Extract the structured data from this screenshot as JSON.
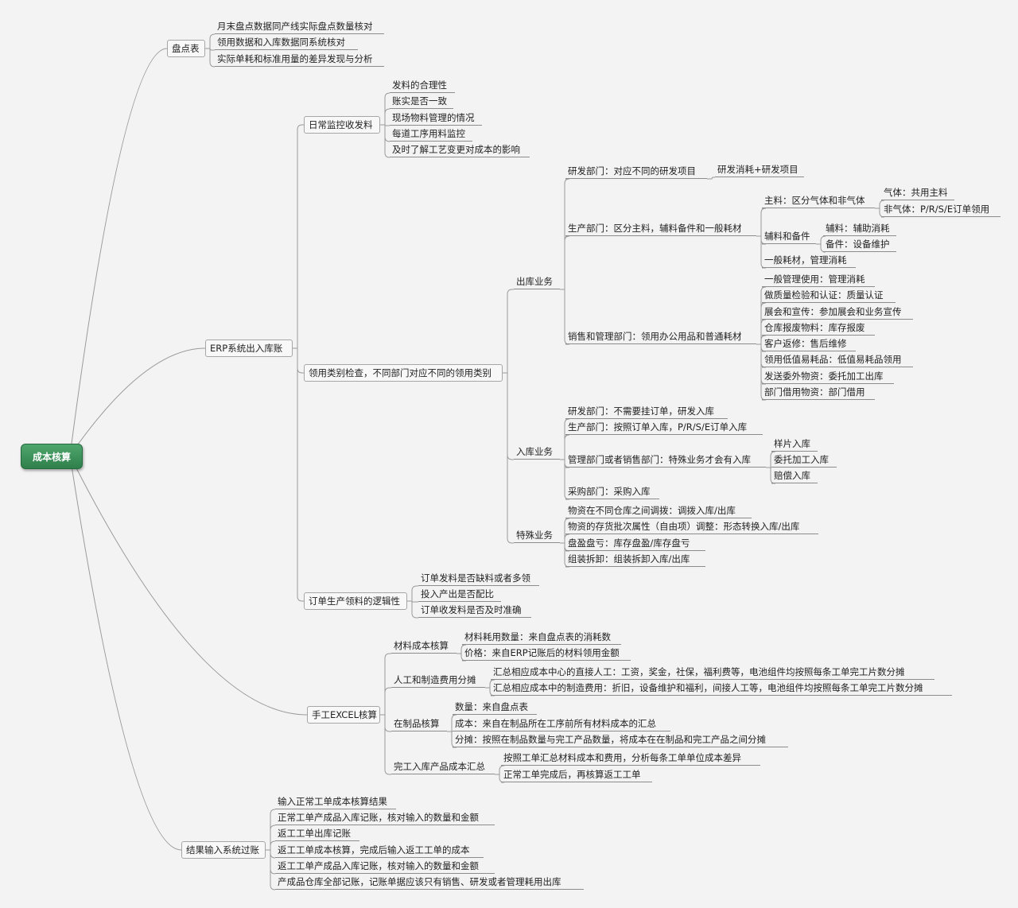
{
  "root": "成本核算",
  "nodes": [
    {
      "id": "n1",
      "parent": "root",
      "text": "盘点表"
    },
    {
      "id": "n1a",
      "parent": "n1",
      "text": "月末盘点数据同产线实际盘点数量核对"
    },
    {
      "id": "n1b",
      "parent": "n1",
      "text": "领用数据和入库数据同系统核对"
    },
    {
      "id": "n1c",
      "parent": "n1",
      "text": "实际单耗和标准用量的差异发现与分析"
    },
    {
      "id": "n2",
      "parent": "root",
      "text": "ERP系统出入库账"
    },
    {
      "id": "n2a",
      "parent": "n2",
      "text": "日常监控收发料"
    },
    {
      "id": "n2a1",
      "parent": "n2a",
      "text": "发料的合理性"
    },
    {
      "id": "n2a2",
      "parent": "n2a",
      "text": "账实是否一致"
    },
    {
      "id": "n2a3",
      "parent": "n2a",
      "text": "现场物料管理的情况"
    },
    {
      "id": "n2a4",
      "parent": "n2a",
      "text": "每道工序用料监控"
    },
    {
      "id": "n2a5",
      "parent": "n2a",
      "text": "及时了解工艺变更对成本的影响"
    },
    {
      "id": "n2b",
      "parent": "n2",
      "text": "领用类别检查，不同部门对应不同的领用类别"
    },
    {
      "id": "n2b1",
      "parent": "n2b",
      "text": "出库业务"
    },
    {
      "id": "n2b1a",
      "parent": "n2b1",
      "text": "研发部门：对应不同的研发项目"
    },
    {
      "id": "n2b1a1",
      "parent": "n2b1a",
      "text": "研发消耗+研发项目"
    },
    {
      "id": "n2b1b",
      "parent": "n2b1",
      "text": "生产部门：区分主料，辅料备件和一般耗材"
    },
    {
      "id": "n2b1b1",
      "parent": "n2b1b",
      "text": "主料：区分气体和非气体"
    },
    {
      "id": "n2b1b1a",
      "parent": "n2b1b1",
      "text": "气体：共用主料"
    },
    {
      "id": "n2b1b1b",
      "parent": "n2b1b1",
      "text": "非气体：P/R/S/E订单领用"
    },
    {
      "id": "n2b1b2",
      "parent": "n2b1b",
      "text": "辅料和备件"
    },
    {
      "id": "n2b1b2a",
      "parent": "n2b1b2",
      "text": "辅料：辅助消耗"
    },
    {
      "id": "n2b1b2b",
      "parent": "n2b1b2",
      "text": "备件：设备维护"
    },
    {
      "id": "n2b1b3",
      "parent": "n2b1b",
      "text": "一般耗材，管理消耗"
    },
    {
      "id": "n2b1c",
      "parent": "n2b1",
      "text": "销售和管理部门：领用办公用品和普通耗材"
    },
    {
      "id": "n2b1c1",
      "parent": "n2b1c",
      "text": "一般管理使用：管理消耗"
    },
    {
      "id": "n2b1c2",
      "parent": "n2b1c",
      "text": "做质量检验和认证：质量认证"
    },
    {
      "id": "n2b1c3",
      "parent": "n2b1c",
      "text": "展会和宣传：参加展会和业务宣传"
    },
    {
      "id": "n2b1c4",
      "parent": "n2b1c",
      "text": "仓库报废物料：库存报废"
    },
    {
      "id": "n2b1c5",
      "parent": "n2b1c",
      "text": "客户返修：售后维修"
    },
    {
      "id": "n2b1c6",
      "parent": "n2b1c",
      "text": "领用低值易耗品：低值易耗品领用"
    },
    {
      "id": "n2b1c7",
      "parent": "n2b1c",
      "text": "发送委外物资：委托加工出库"
    },
    {
      "id": "n2b1c8",
      "parent": "n2b1c",
      "text": "部门借用物资：部门借用"
    },
    {
      "id": "n2b2",
      "parent": "n2b",
      "text": "入库业务"
    },
    {
      "id": "n2b2a",
      "parent": "n2b2",
      "text": "研发部门：不需要挂订单，研发入库"
    },
    {
      "id": "n2b2b",
      "parent": "n2b2",
      "text": "生产部门：按照订单入库，P/R/S/E订单入库"
    },
    {
      "id": "n2b2c",
      "parent": "n2b2",
      "text": "管理部门或者销售部门：特殊业务才会有入库"
    },
    {
      "id": "n2b2c1",
      "parent": "n2b2c",
      "text": "样片入库"
    },
    {
      "id": "n2b2c2",
      "parent": "n2b2c",
      "text": "委托加工入库"
    },
    {
      "id": "n2b2c3",
      "parent": "n2b2c",
      "text": "赔偿入库"
    },
    {
      "id": "n2b2d",
      "parent": "n2b2",
      "text": "采购部门：采购入库"
    },
    {
      "id": "n2b3",
      "parent": "n2b",
      "text": "特殊业务"
    },
    {
      "id": "n2b3a",
      "parent": "n2b3",
      "text": "物资在不同仓库之间调拨：调拨入库/出库"
    },
    {
      "id": "n2b3b",
      "parent": "n2b3",
      "text": "物资的存货批次属性（自由项）调整：形态转换入库/出库"
    },
    {
      "id": "n2b3c",
      "parent": "n2b3",
      "text": "盘盈盘亏：库存盘盈/库存盘亏"
    },
    {
      "id": "n2b3d",
      "parent": "n2b3",
      "text": "组装拆卸：组装拆卸入库/出库"
    },
    {
      "id": "n2c",
      "parent": "n2",
      "text": "订单生产领料的逻辑性"
    },
    {
      "id": "n2c1",
      "parent": "n2c",
      "text": "订单发料是否缺料或者多领"
    },
    {
      "id": "n2c2",
      "parent": "n2c",
      "text": "投入产出是否配比"
    },
    {
      "id": "n2c3",
      "parent": "n2c",
      "text": "订单收发料是否及时准确"
    },
    {
      "id": "n3",
      "parent": "root",
      "text": "手工EXCEL核算"
    },
    {
      "id": "n3a",
      "parent": "n3",
      "text": "材料成本核算"
    },
    {
      "id": "n3a1",
      "parent": "n3a",
      "text": "材料耗用数量：来自盘点表的消耗数"
    },
    {
      "id": "n3a2",
      "parent": "n3a",
      "text": "价格：来自ERP记账后的材料领用金额"
    },
    {
      "id": "n3b",
      "parent": "n3",
      "text": "人工和制造费用分摊"
    },
    {
      "id": "n3b1",
      "parent": "n3b",
      "text": "汇总相应成本中心的直接人工：工资，奖金，社保，福利费等，电池组件均按照每条工单完工片数分摊"
    },
    {
      "id": "n3b2",
      "parent": "n3b",
      "text": "汇总相应成本中的制造费用：折旧，设备维护和福利，间接人工等，电池组件均按照每条工单完工片数分摊"
    },
    {
      "id": "n3c",
      "parent": "n3",
      "text": "在制品核算"
    },
    {
      "id": "n3c1",
      "parent": "n3c",
      "text": "数量：来自盘点表"
    },
    {
      "id": "n3c2",
      "parent": "n3c",
      "text": "成本：来自在制品所在工序前所有材料成本的汇总"
    },
    {
      "id": "n3c3",
      "parent": "n3c",
      "text": "分摊：按照在制品数量与完工产品数量，将成本在在制品和完工产品之间分摊"
    },
    {
      "id": "n3d",
      "parent": "n3",
      "text": "完工入库产品成本汇总"
    },
    {
      "id": "n3d1",
      "parent": "n3d",
      "text": "按照工单汇总材料成本和费用，分析每条工单单位成本差异"
    },
    {
      "id": "n3d2",
      "parent": "n3d",
      "text": "正常工单完成后，再核算返工工单"
    },
    {
      "id": "n4",
      "parent": "root",
      "text": "结果输入系统过账"
    },
    {
      "id": "n4a",
      "parent": "n4",
      "text": "输入正常工单成本核算结果"
    },
    {
      "id": "n4b",
      "parent": "n4",
      "text": "正常工单产成品入库记账，核对输入的数量和金额"
    },
    {
      "id": "n4c",
      "parent": "n4",
      "text": "返工工单出库记账"
    },
    {
      "id": "n4d",
      "parent": "n4",
      "text": "返工工单成本核算，完成后输入返工工单的成本"
    },
    {
      "id": "n4e",
      "parent": "n4",
      "text": "返工工单产成品入库记账，核对输入的数量和金额"
    },
    {
      "id": "n4f",
      "parent": "n4",
      "text": "产成品仓库全部记账，记账单据应该只有销售、研发或者管理耗用出库"
    }
  ]
}
